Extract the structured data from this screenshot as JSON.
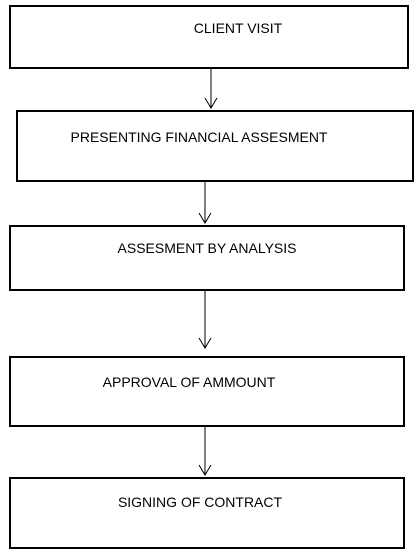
{
  "flowchart": {
    "steps": [
      {
        "label": "CLIENT VISIT"
      },
      {
        "label": "PRESENTING FINANCIAL ASSESMENT"
      },
      {
        "label": "ASSESMENT BY ANALYSIS"
      },
      {
        "label": "APPROVAL OF AMMOUNT"
      },
      {
        "label": "SIGNING OF CONTRACT"
      }
    ],
    "colors": {
      "stroke": "#000000",
      "fill": "#ffffff",
      "text": "#000000"
    }
  }
}
